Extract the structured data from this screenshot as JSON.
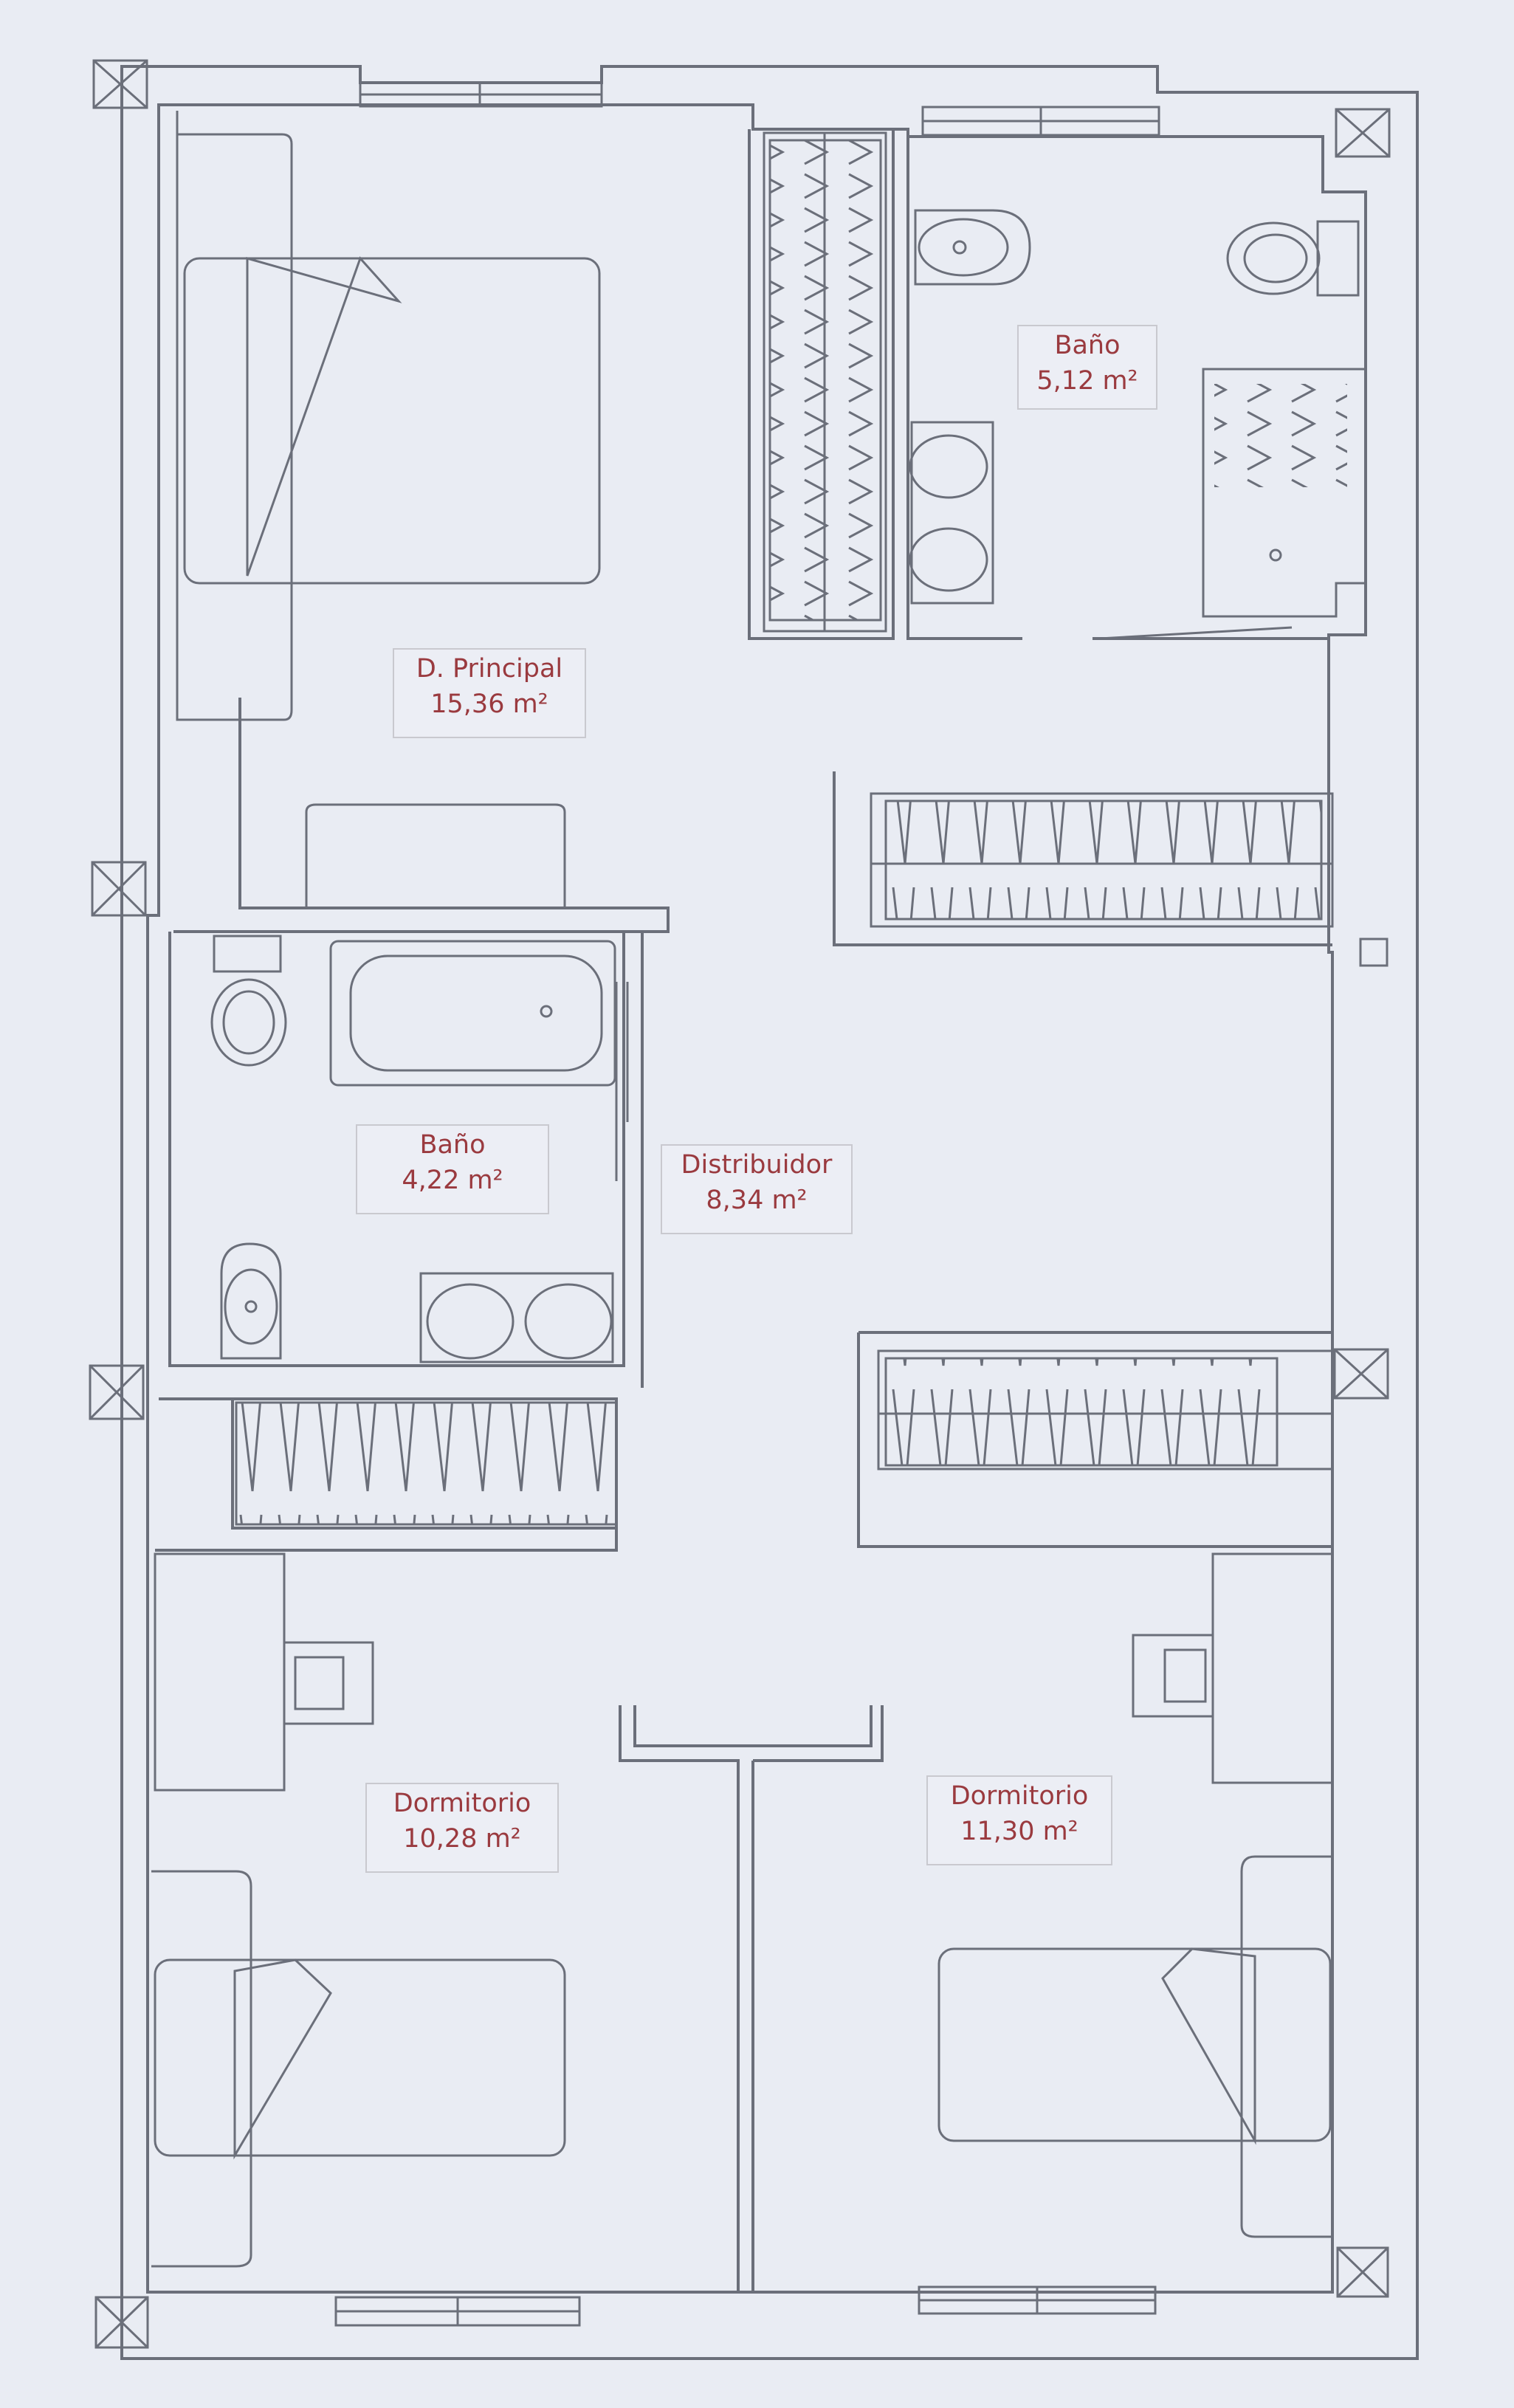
{
  "colors": {
    "paper": "#e9ecf3",
    "line": "#6b6f7a",
    "label_text": "#9a3a3f",
    "label_border": "#c9c9cf"
  },
  "rooms": [
    {
      "id": "bano-principal",
      "name": "Baño",
      "area": "5,12 m²"
    },
    {
      "id": "dormitorio-principal",
      "name": "D. Principal",
      "area": "15,36 m²"
    },
    {
      "id": "bano-2",
      "name": "Baño",
      "area": "4,22 m²"
    },
    {
      "id": "distribuidor",
      "name": "Distribuidor",
      "area": "8,34 m²"
    },
    {
      "id": "dormitorio-1",
      "name": "Dormitorio",
      "area": "10,28 m²"
    },
    {
      "id": "dormitorio-2",
      "name": "Dormitorio",
      "area": "11,30 m²"
    }
  ],
  "icons": {
    "column": "column-icon",
    "window": "window-icon",
    "bed": "bed-icon",
    "wardrobe": "wardrobe-icon",
    "toilet": "toilet-icon",
    "bidet": "bidet-icon",
    "sink": "sink-icon",
    "bathtub": "bathtub-icon",
    "shower": "shower-icon",
    "desk": "desk-icon",
    "chair": "chair-icon"
  }
}
